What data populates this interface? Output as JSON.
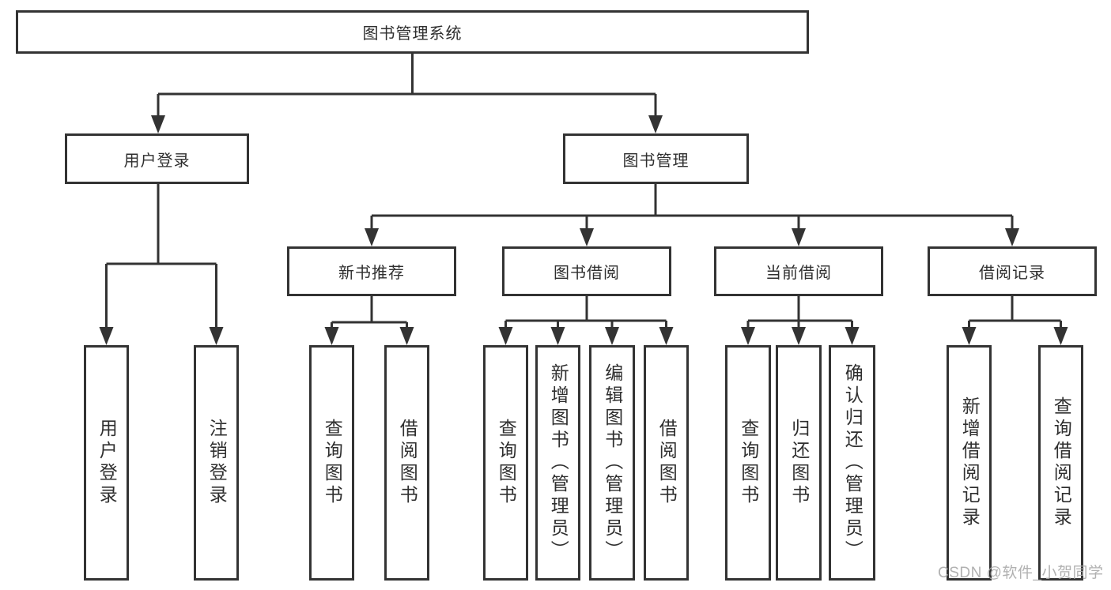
{
  "tree": {
    "label": "图书管理系统",
    "children": [
      {
        "label": "用户登录",
        "children": [
          {
            "label": "用户登录"
          },
          {
            "label": "注销登录"
          }
        ]
      },
      {
        "label": "图书管理",
        "children": [
          {
            "label": "新书推荐",
            "children": [
              {
                "label": "查询图书"
              },
              {
                "label": "借阅图书"
              }
            ]
          },
          {
            "label": "图书借阅",
            "children": [
              {
                "label": "查询图书"
              },
              {
                "label": "新增图书（管理员）"
              },
              {
                "label": "编辑图书（管理员）"
              },
              {
                "label": "借阅图书"
              }
            ]
          },
          {
            "label": "当前借阅",
            "children": [
              {
                "label": "查询图书"
              },
              {
                "label": "归还图书"
              },
              {
                "label": "确认归还（管理员）"
              }
            ]
          },
          {
            "label": "借阅记录",
            "children": [
              {
                "label": "新增借阅记录"
              },
              {
                "label": "查询借阅记录"
              }
            ]
          }
        ]
      }
    ]
  },
  "watermark": {
    "text": "CSDN @软件_小贺同学"
  },
  "colors": {
    "line": "#333333",
    "box_border": "#333333",
    "text": "#2f2f2f",
    "background": "#ffffff",
    "watermark": "#a8a8a8"
  }
}
